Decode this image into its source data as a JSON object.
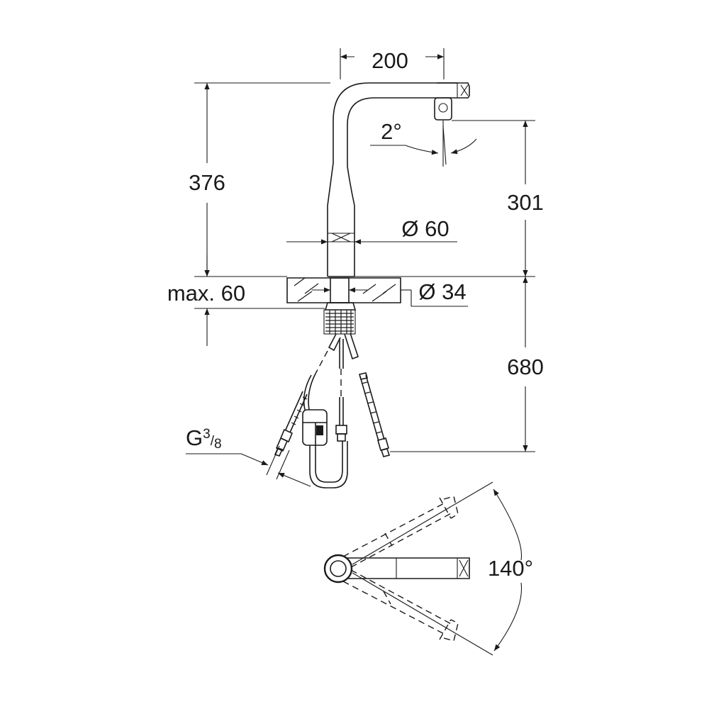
{
  "dimensions": {
    "spout_reach": "200",
    "total_height": "376",
    "spout_height": "301",
    "spray_angle": "2°",
    "body_diameter": "Ø 60",
    "hole_diameter": "Ø 34",
    "max_deck": "max. 60",
    "hose_length": "680",
    "thread_prefix": "G",
    "thread_num": "3",
    "thread_den": "8",
    "swivel_angle": "140°"
  },
  "colors": {
    "ink": "#1a1a1a",
    "background": "#ffffff"
  }
}
